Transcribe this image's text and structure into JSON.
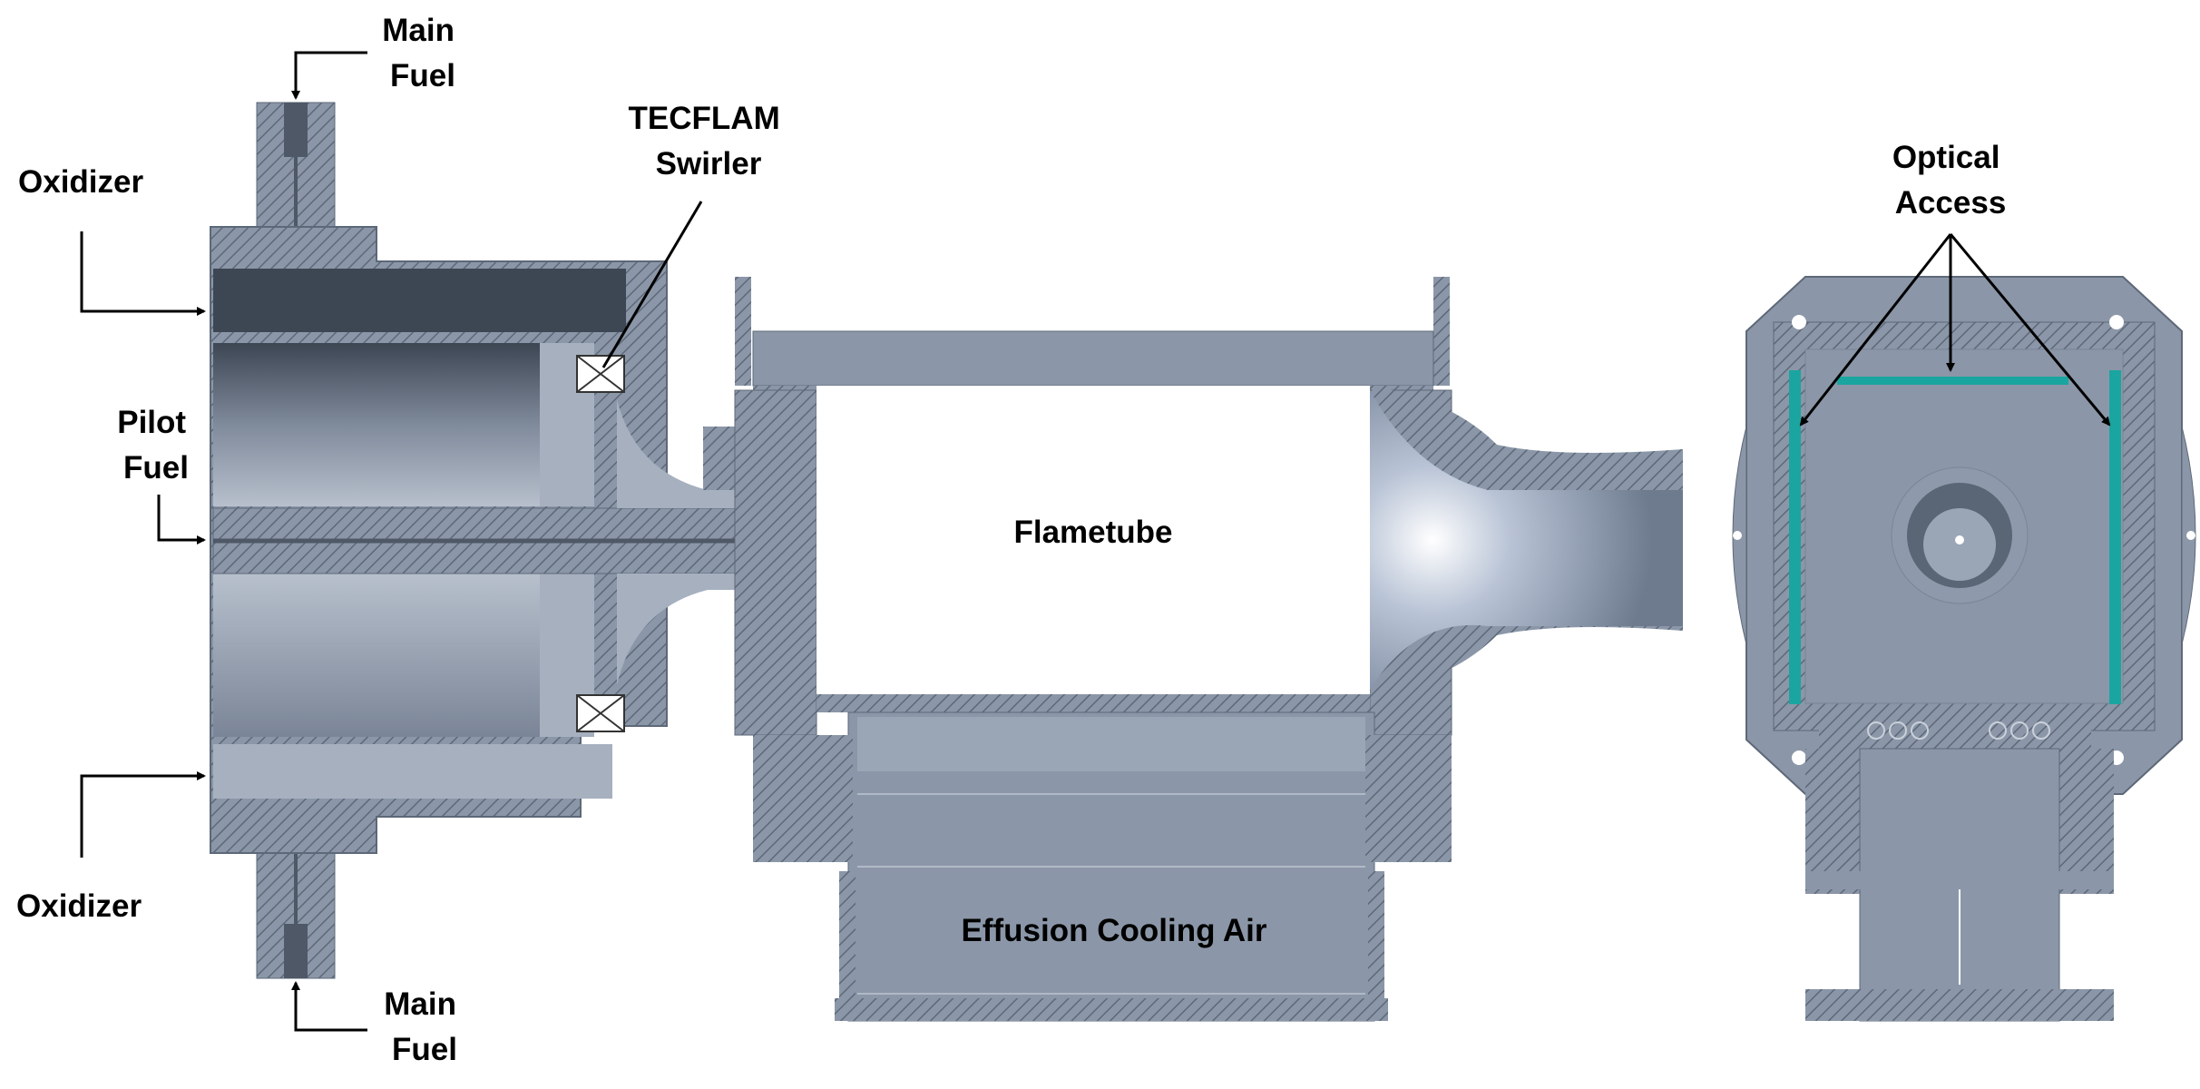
{
  "labels": {
    "main_fuel_top": [
      "Main",
      "Fuel"
    ],
    "main_fuel_bottom": [
      "Main",
      "Fuel"
    ],
    "oxidizer_top": "Oxidizer",
    "oxidizer_bottom": "Oxidizer",
    "pilot_fuel": [
      "Pilot",
      "Fuel"
    ],
    "swirler": [
      "TECFLAM",
      "Swirler"
    ],
    "flametube": "Flametube",
    "effusion": "Effusion Cooling Air",
    "optical": [
      "Optical",
      "Access"
    ]
  },
  "colors": {
    "steel": "#8b97a8",
    "steel_light": "#a6b0bf",
    "steel_dark": "#3d4653",
    "window": "#1aa5a0",
    "arrow": "#000000"
  }
}
